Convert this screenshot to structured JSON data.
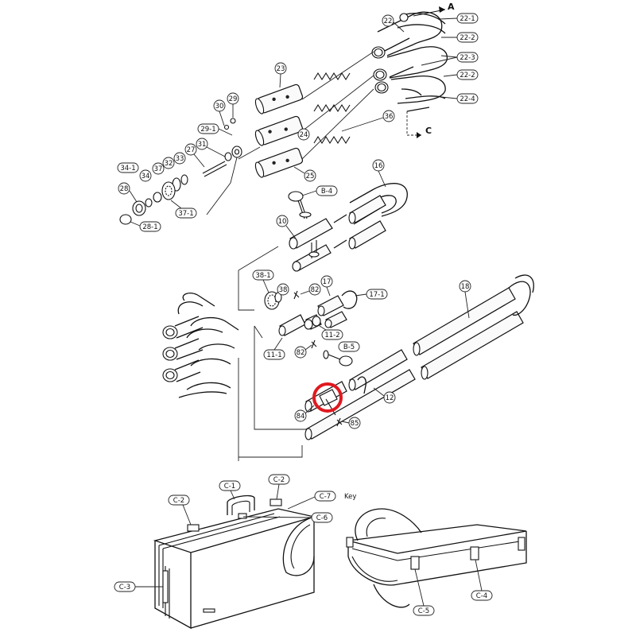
{
  "labels": {
    "p22": "22",
    "p22_1": "22-1",
    "p22_2a": "22-2",
    "p22_3": "22-3",
    "p22_2b": "22-2",
    "p22_4": "22-4",
    "pA": "A",
    "pC": "C",
    "p23": "23",
    "p24": "24",
    "p25": "25",
    "p36": "36",
    "p30": "30",
    "p29": "29",
    "p29_1": "29-1",
    "p31": "31",
    "p27": "27",
    "p33": "33",
    "p32": "32",
    "p37": "37",
    "p34": "34",
    "p34_1": "34-1",
    "p28": "28",
    "p37_1": "37-1",
    "p28_1": "28-1",
    "p16": "16",
    "pB4": "B-4",
    "p10": "10",
    "p38_1": "38-1",
    "p38": "38",
    "p82a": "82",
    "p17": "17",
    "p17_1": "17-1",
    "p11_1": "11-1",
    "p11_2": "11-2",
    "p82b": "82",
    "pB5": "B-5",
    "p18": "18",
    "p12": "12",
    "p84": "84",
    "p85": "85",
    "pC1": "C-1",
    "pC2a": "C-2",
    "pC2b": "C-2",
    "pC7": "C-7",
    "key": "Key",
    "pC6": "C-6",
    "pC3": "C-3",
    "pC5": "C-5",
    "pC4": "C-4"
  },
  "highlight_color": "#e0191f"
}
